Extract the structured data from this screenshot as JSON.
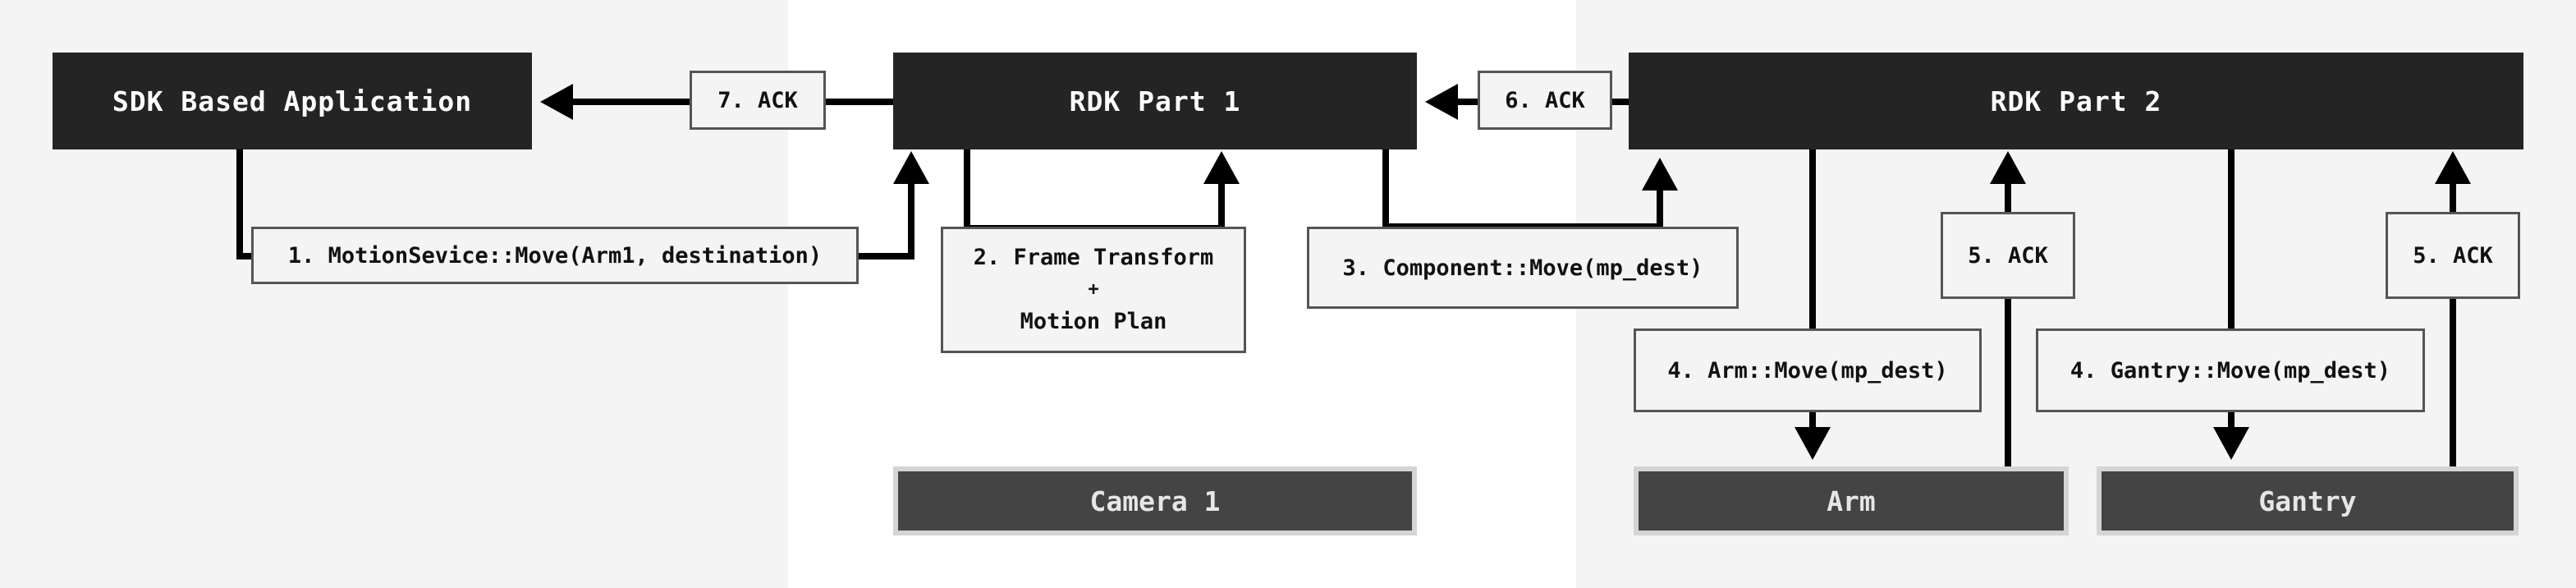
{
  "nodes": {
    "sdk_app": "SDK Based Application",
    "rdk_part1": "RDK Part 1",
    "rdk_part2": "RDK Part 2",
    "camera": "Camera 1",
    "arm": "Arm",
    "gantry": "Gantry"
  },
  "edges": {
    "step1": "1. MotionSevice::Move(Arm1, destination)",
    "step2_line1": "2. Frame Transform",
    "step2_plus": "+",
    "step2_line2": "Motion Plan",
    "step3": "3. Component::Move(mp_dest)",
    "step4_arm": "4. Arm::Move(mp_dest)",
    "step4_gantry": "4. Gantry::Move(mp_dest)",
    "step5_arm": "5. ACK",
    "step5_gantry": "5. ACK",
    "step6": "6. ACK",
    "step7": "7. ACK"
  },
  "colors": {
    "panel_background": "#f4f4f4",
    "node_dark": "#242424",
    "node_device": "#444444",
    "arrow": "#000000",
    "label_border": "#555555"
  }
}
